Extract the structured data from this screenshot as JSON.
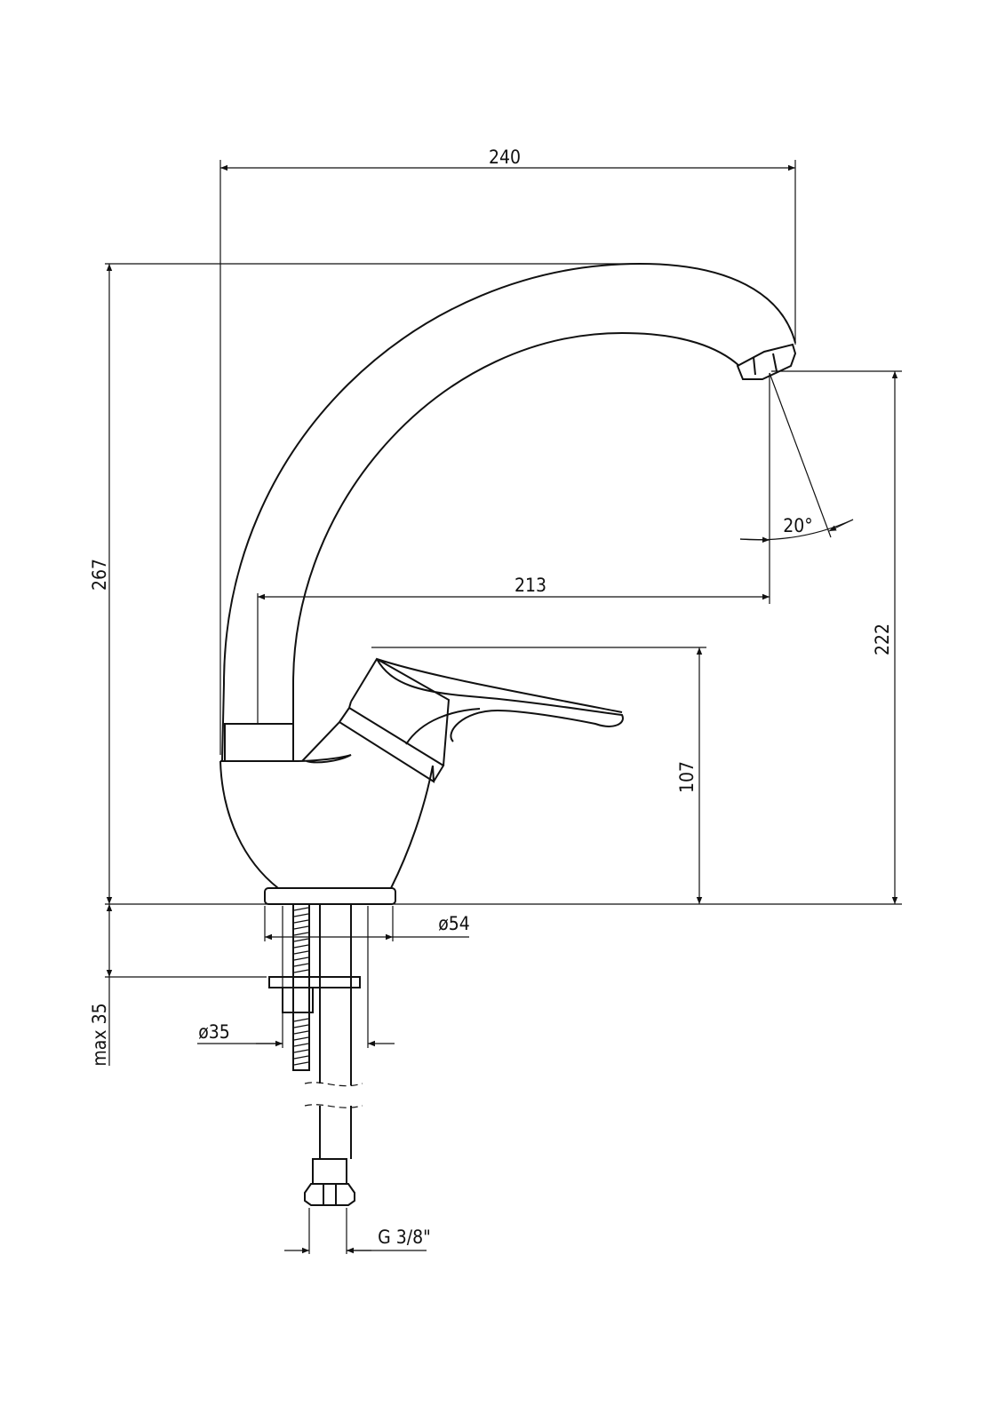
{
  "dimensions": {
    "width_total": "240",
    "height_total": "267",
    "reach": "213",
    "swivel_angle": "20°",
    "spout_height": "222",
    "handle_height": "107",
    "base_diameter": "ø54",
    "max_thickness": "max 35",
    "hole_diameter": "ø35",
    "connection": "G 3/8\""
  }
}
